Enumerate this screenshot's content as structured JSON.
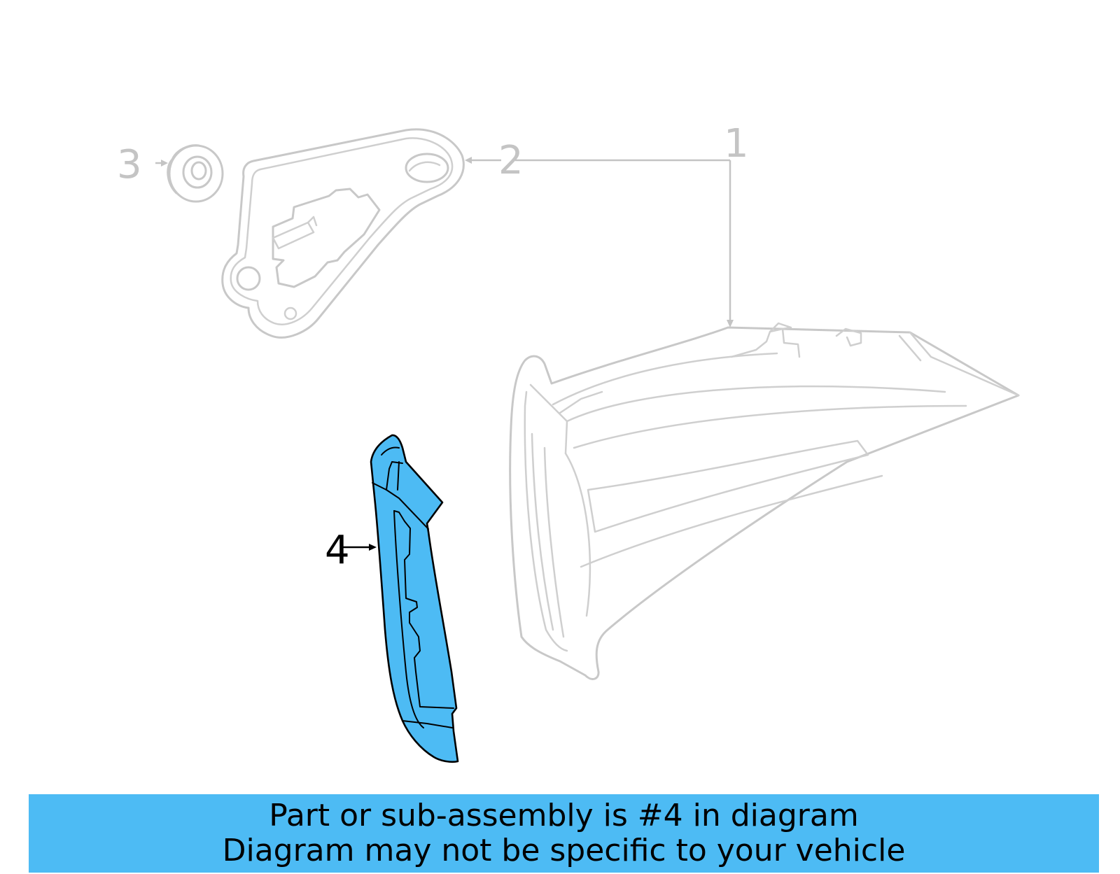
{
  "callouts": {
    "part1": "1",
    "part2": "2",
    "part3": "3",
    "part4": "4"
  },
  "highlighted_part": "4",
  "colors": {
    "highlight": "#4dbbf4",
    "faded_lines": "#c8c8c8",
    "active_lines": "#000000"
  },
  "banner": {
    "line1": "Part or sub-assembly is #4 in diagram",
    "line2": "Diagram may not be specific to your vehicle"
  }
}
